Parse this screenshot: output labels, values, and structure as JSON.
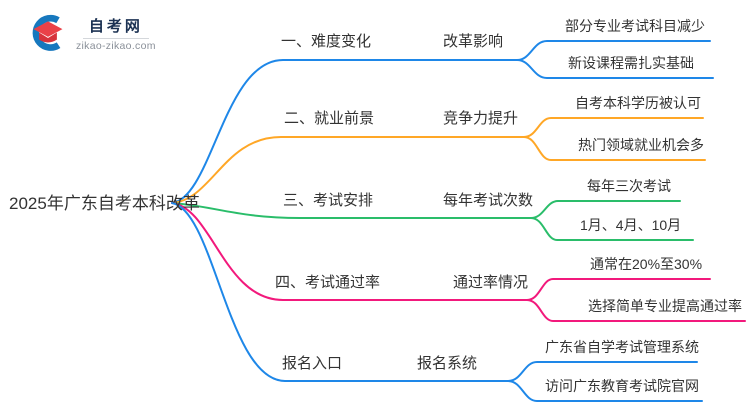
{
  "logo": {
    "name": "自考网",
    "domain": "zikao-zikao.com",
    "colors": {
      "ring": "#1778be",
      "cap_top": "#ea4148",
      "cap_front": "#d7333c",
      "title_text": "#1b3152",
      "domain_text": "#8a9099"
    }
  },
  "root": {
    "label": "2025年广东自考本科改革"
  },
  "branches": [
    {
      "label": "一、难度变化",
      "sub_label": "改革影响",
      "color": "#1e87e8",
      "leaves": [
        "部分专业考试科目减少",
        "新设课程需扎实基础"
      ]
    },
    {
      "label": "二、就业前景",
      "sub_label": "竞争力提升",
      "color": "#ffa726",
      "leaves": [
        "自考本科学历被认可",
        "热门领域就业机会多"
      ]
    },
    {
      "label": "三、考试安排",
      "sub_label": "每年考试次数",
      "color": "#2abd6a",
      "leaves": [
        "每年三次考试",
        "1月、4月、10月"
      ]
    },
    {
      "label": "四、考试通过率",
      "sub_label": "通过率情况",
      "color": "#f2197c",
      "leaves": [
        "通常在20%至30%",
        "选择简单专业提高通过率"
      ]
    },
    {
      "label": "报名入口",
      "sub_label": "报名系统",
      "color": "#1e87e8",
      "leaves": [
        "广东省自学考试管理系统",
        "访问广东教育考试院官网"
      ]
    }
  ]
}
